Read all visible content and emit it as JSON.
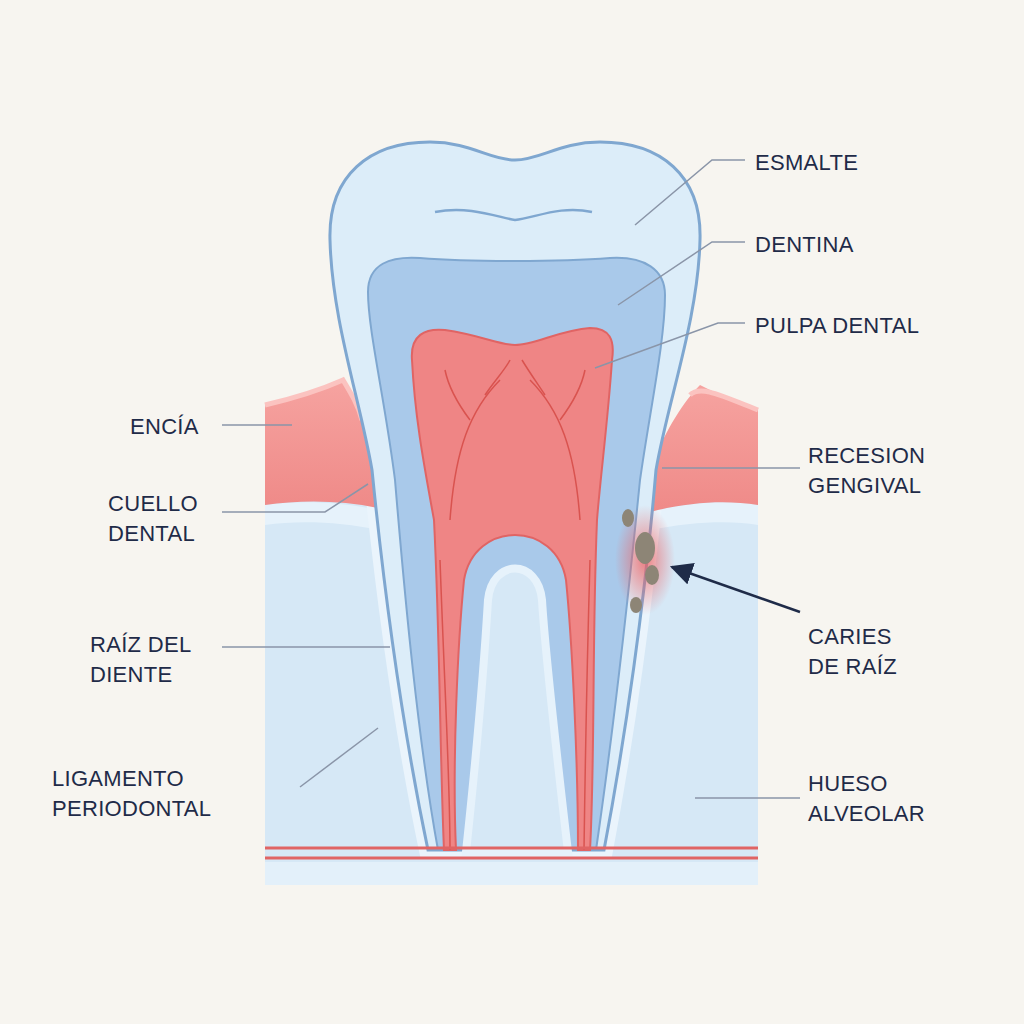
{
  "diagram": {
    "labels": [
      "ESMALTE",
      "DENTINA",
      "PULPA DENTAL",
      "ENCÍA",
      "RECESION GENGIVAL",
      "CUELLO DENTAL",
      "CARIES DE RAÍZ",
      "RAÍZ DEL DIENTE",
      "LIGAMENTO PERIODONTAL",
      "HUESO ALVEOLAR"
    ]
  }
}
